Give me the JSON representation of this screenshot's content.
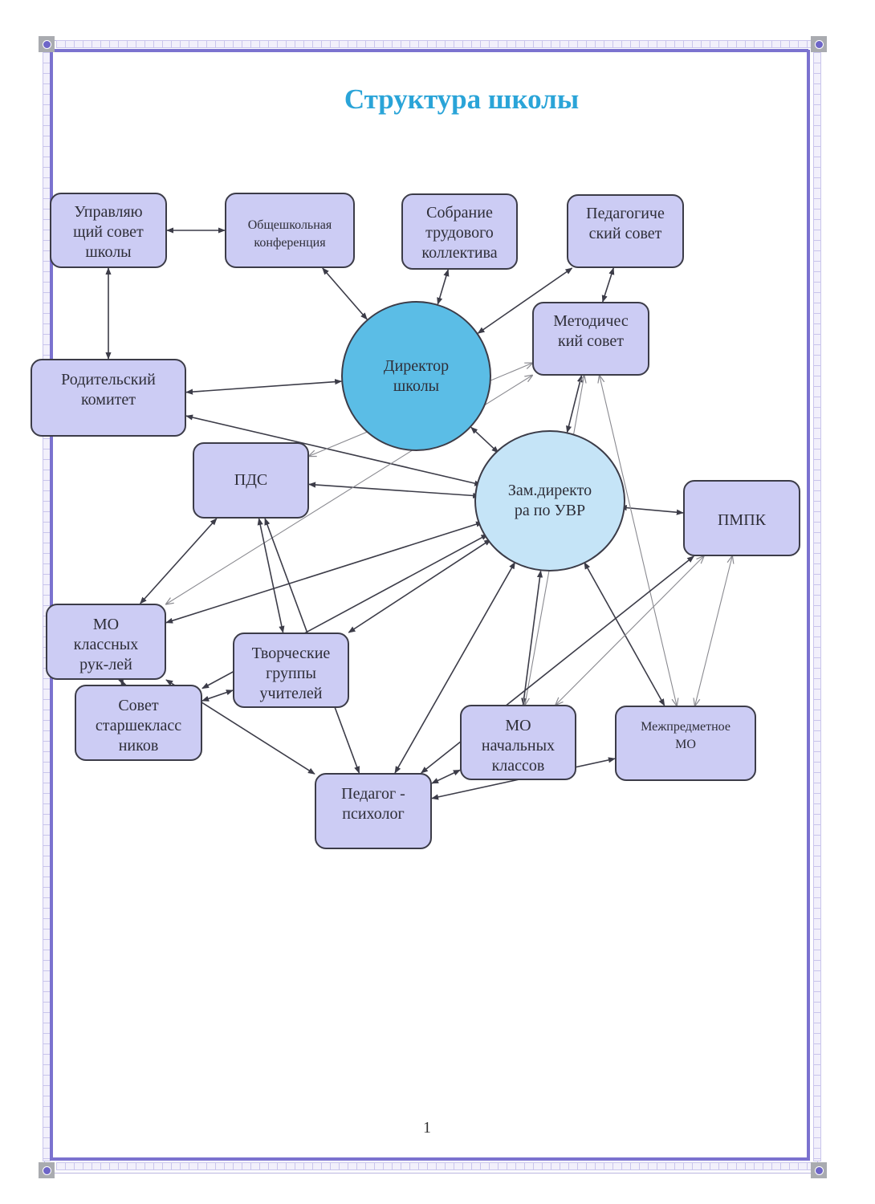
{
  "document": {
    "title": "Структура школы",
    "page_number": "1"
  },
  "colors": {
    "title": "#2aa4d8",
    "box_fill": "#ccccf4",
    "director_fill": "#5bbde6",
    "deputy_fill": "#c5e4f7",
    "frame": "#7b72cf",
    "line": "#3c3c48",
    "line_light": "#8a8a90"
  },
  "nodes": {
    "upravl": {
      "label": "Управляю\nщий совет\nшколы"
    },
    "conf": {
      "label": "Общешкольная\nконференция"
    },
    "sobranie": {
      "label": "Собрание\nтрудового\nколлектива"
    },
    "pedsovet": {
      "label": "Педагогиче\nский совет"
    },
    "metod": {
      "label": "Методичес\nкий совет"
    },
    "roditel": {
      "label": "Родительский\nкомитет"
    },
    "director": {
      "label": "Директор\nшколы"
    },
    "zam": {
      "label": "Зам.директо\nра по УВР"
    },
    "pds": {
      "label": "ПДС"
    },
    "pmpk": {
      "label": "ПМПК"
    },
    "mo_klass": {
      "label": "МО\nклассных\nрук-лей"
    },
    "tvorch": {
      "label": "Творческие\nгруппы\nучителей"
    },
    "sovet_st": {
      "label": "Совет\nстаршеклассников"
    },
    "mo_nach": {
      "label": "МО\nначальных\nклассов"
    },
    "mezhpred": {
      "label": "Межпредметное\nМО"
    },
    "psych": {
      "label": "Педагог -\nпсихолог"
    }
  },
  "edges": [
    {
      "from": "upravl",
      "to": "conf",
      "type": "bidirectional"
    },
    {
      "from": "upravl",
      "to": "roditel",
      "type": "bidirectional"
    },
    {
      "from": "conf",
      "to": "director",
      "type": "bidirectional"
    },
    {
      "from": "sobranie",
      "to": "director",
      "type": "bidirectional"
    },
    {
      "from": "pedsovet",
      "to": "director",
      "type": "bidirectional"
    },
    {
      "from": "pedsovet",
      "to": "metod",
      "type": "bidirectional"
    },
    {
      "from": "roditel",
      "to": "director",
      "type": "bidirectional"
    },
    {
      "from": "roditel",
      "to": "zam",
      "type": "bidirectional"
    },
    {
      "from": "director",
      "to": "zam",
      "type": "bidirectional"
    },
    {
      "from": "metod",
      "to": "zam",
      "type": "bidirectional"
    },
    {
      "from": "pds",
      "to": "zam",
      "type": "bidirectional"
    },
    {
      "from": "metod",
      "to": "pds",
      "type": "bidirectional-light"
    },
    {
      "from": "metod",
      "to": "mo_klass",
      "type": "bidirectional-light"
    },
    {
      "from": "zam",
      "to": "pmpk",
      "type": "bidirectional"
    },
    {
      "from": "pds",
      "to": "mo_klass",
      "type": "bidirectional"
    },
    {
      "from": "pds",
      "to": "tvorch",
      "type": "bidirectional"
    },
    {
      "from": "pds",
      "to": "psych",
      "type": "bidirectional"
    },
    {
      "from": "zam",
      "to": "mo_klass",
      "type": "bidirectional"
    },
    {
      "from": "zam",
      "to": "tvorch",
      "type": "bidirectional"
    },
    {
      "from": "zam",
      "to": "sovet_st",
      "type": "bidirectional"
    },
    {
      "from": "zam",
      "to": "psych",
      "type": "bidirectional"
    },
    {
      "from": "zam",
      "to": "mo_nach",
      "type": "bidirectional"
    },
    {
      "from": "zam",
      "to": "mezhpred",
      "type": "bidirectional"
    },
    {
      "from": "metod",
      "to": "mo_nach",
      "type": "bidirectional-light"
    },
    {
      "from": "metod",
      "to": "mezhpred",
      "type": "bidirectional-light"
    },
    {
      "from": "pmpk",
      "to": "mo_nach",
      "type": "bidirectional-light"
    },
    {
      "from": "pmpk",
      "to": "mezhpred",
      "type": "bidirectional-light"
    },
    {
      "from": "pmpk",
      "to": "psych",
      "type": "bidirectional"
    },
    {
      "from": "mo_klass",
      "to": "sovet_st",
      "type": "bidirectional"
    },
    {
      "from": "mo_klass",
      "to": "psych",
      "type": "bidirectional"
    },
    {
      "from": "sovet_st",
      "to": "tvorch",
      "type": "bidirectional"
    },
    {
      "from": "psych",
      "to": "mo_nach",
      "type": "bidirectional"
    },
    {
      "from": "psych",
      "to": "mezhpred",
      "type": "bidirectional"
    }
  ]
}
